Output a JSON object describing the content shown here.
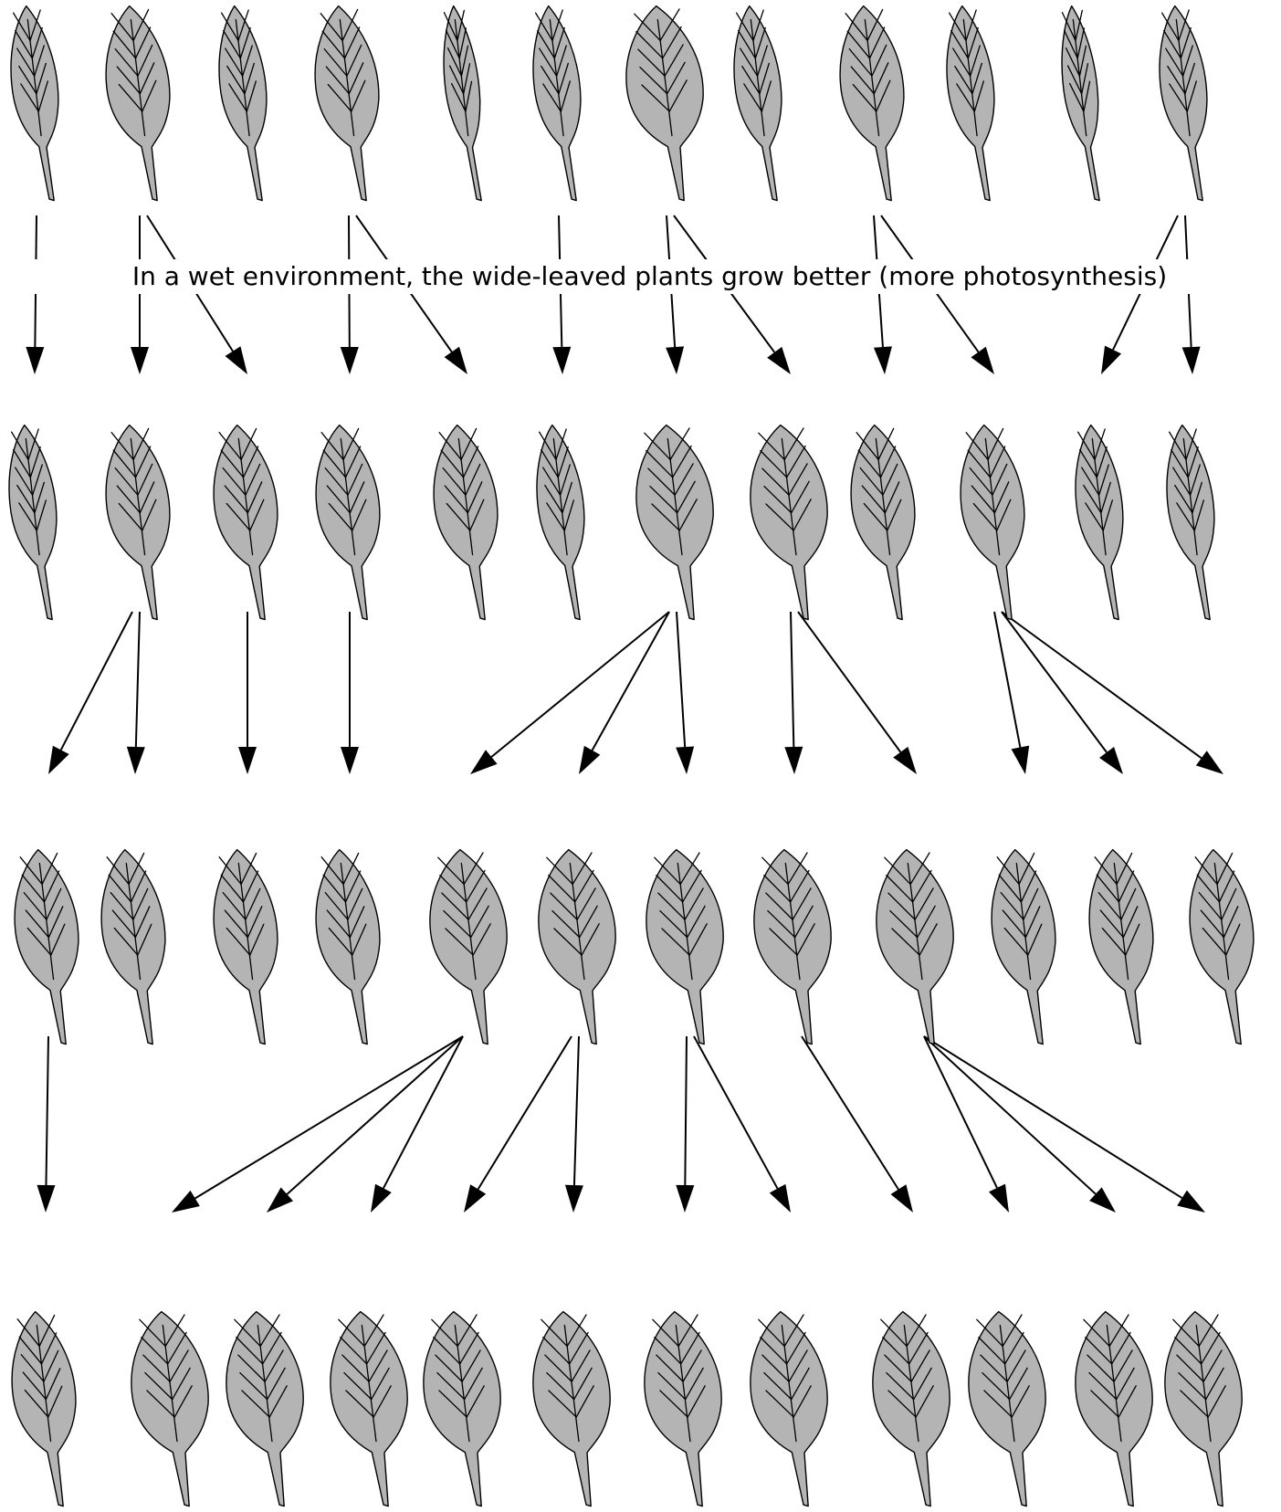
{
  "caption": "In a wet environment, the wide-leaved plants grow better (more photosynthesis)",
  "colors": {
    "leaf_fill": "#b4b4b4",
    "leaf_outline": "#000000",
    "arrow": "#000000",
    "background": "#ffffff"
  },
  "icon": "leaf-icon",
  "generations": [
    {
      "generation": 1,
      "leaf_widths": [
        "narrow",
        "medium",
        "narrow",
        "medium",
        "very-narrow",
        "narrow",
        "wide",
        "narrow",
        "medium",
        "narrow",
        "very-narrow",
        "narrow"
      ]
    },
    {
      "generation": 2,
      "leaf_widths": [
        "narrow",
        "medium",
        "medium",
        "medium",
        "medium",
        "narrow",
        "wide",
        "wide",
        "medium",
        "medium",
        "narrow",
        "narrow"
      ]
    },
    {
      "generation": 3,
      "leaf_widths": [
        "medium",
        "medium",
        "medium",
        "medium",
        "wide",
        "wide",
        "wide",
        "wide",
        "wide",
        "medium",
        "medium",
        "medium"
      ]
    },
    {
      "generation": 4,
      "leaf_widths": [
        "medium",
        "wide",
        "wide",
        "wide",
        "wide",
        "wide",
        "wide",
        "wide",
        "wide",
        "wide",
        "wide",
        "wide"
      ]
    }
  ],
  "links": [
    [
      [
        0,
        0
      ],
      [
        1,
        1
      ],
      [
        1,
        2
      ],
      [
        3,
        3
      ],
      [
        3,
        4
      ],
      [
        5,
        5
      ],
      [
        6,
        6
      ],
      [
        6,
        7
      ],
      [
        8,
        8
      ],
      [
        8,
        9
      ],
      [
        11,
        10
      ],
      [
        11,
        11
      ]
    ],
    [
      [
        1,
        0
      ],
      [
        1,
        1
      ],
      [
        2,
        2
      ],
      [
        3,
        3
      ],
      [
        6,
        4
      ],
      [
        6,
        5
      ],
      [
        6,
        6
      ],
      [
        7,
        7
      ],
      [
        7,
        8
      ],
      [
        9,
        9
      ],
      [
        9,
        10
      ],
      [
        9,
        11
      ]
    ],
    [
      [
        0,
        0
      ],
      [
        4,
        1
      ],
      [
        4,
        2
      ],
      [
        4,
        3
      ],
      [
        5,
        4
      ],
      [
        5,
        5
      ],
      [
        6,
        6
      ],
      [
        6,
        7
      ],
      [
        7,
        8
      ],
      [
        8,
        9
      ],
      [
        8,
        10
      ],
      [
        8,
        11
      ]
    ]
  ]
}
